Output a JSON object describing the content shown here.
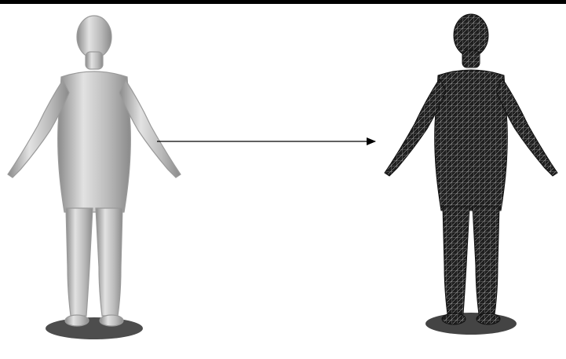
{
  "figure": {
    "panels": [
      {
        "id": "source",
        "content": "scanned-surface-model",
        "render_style": "smooth-shaded"
      },
      {
        "id": "target",
        "content": "polygon-mesh-model",
        "render_style": "wireframe"
      }
    ],
    "connector": {
      "direction": "left-to-right",
      "arrowhead": "filled"
    },
    "colors": {
      "background": "#ffffff",
      "surface_light": "#e2e2e2",
      "surface_mid": "#b9b9b9",
      "surface_dark": "#8a8a8a",
      "mesh_dark": "#1f1f1f",
      "mesh_line": "#d6d6d6",
      "ground_shadow": "#3a3a3a",
      "arrow": "#000000"
    }
  }
}
